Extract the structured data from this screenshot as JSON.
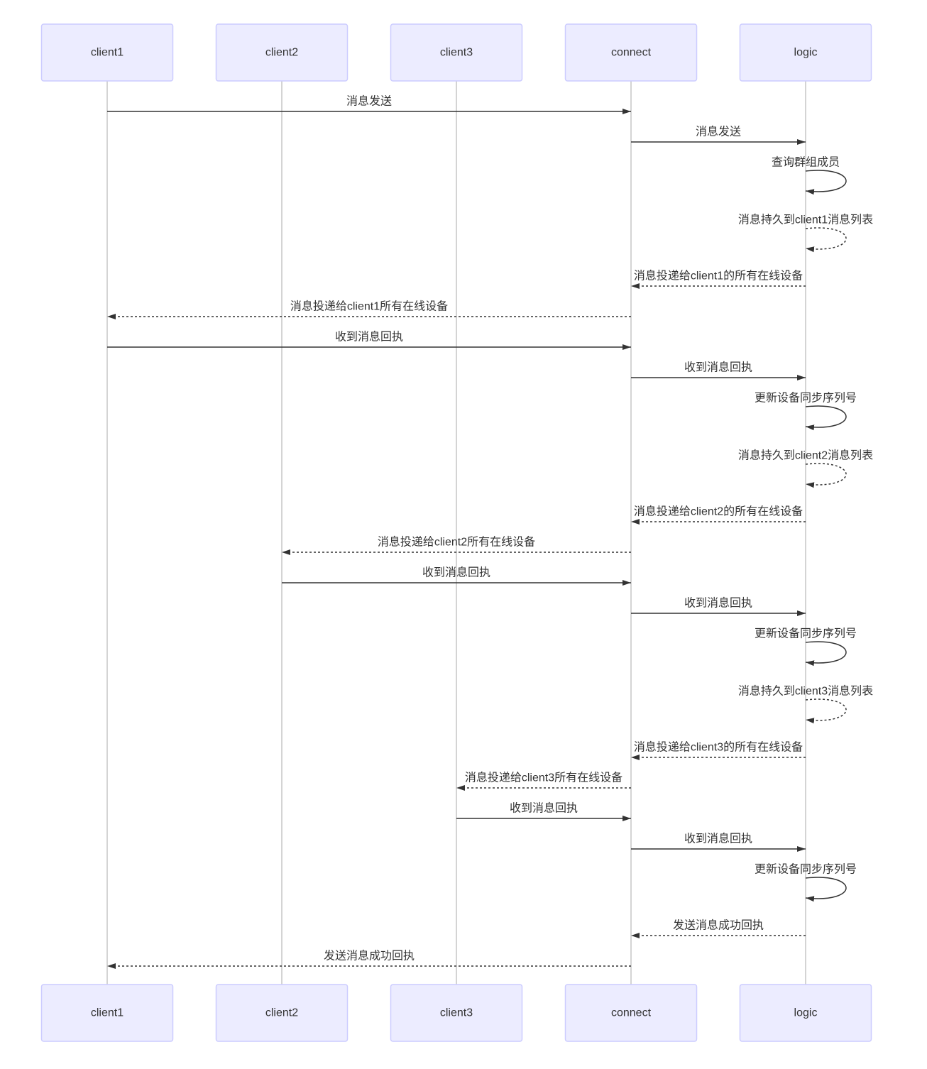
{
  "participants": [
    "client1",
    "client2",
    "client3",
    "connect",
    "logic"
  ],
  "messages": [
    {
      "from": "client1",
      "to": "connect",
      "label": "消息发送",
      "style": "solid"
    },
    {
      "from": "connect",
      "to": "logic",
      "label": "消息发送",
      "style": "solid"
    },
    {
      "from": "logic",
      "to": "logic",
      "label": "查询群组成员",
      "style": "solid"
    },
    {
      "from": "logic",
      "to": "logic",
      "label": "消息持久到client1消息列表",
      "style": "dashed"
    },
    {
      "from": "logic",
      "to": "connect",
      "label": "消息投递给client1的所有在线设备",
      "style": "dashed"
    },
    {
      "from": "connect",
      "to": "client1",
      "label": "消息投递给client1所有在线设备",
      "style": "dashed"
    },
    {
      "from": "client1",
      "to": "connect",
      "label": "收到消息回执",
      "style": "solid"
    },
    {
      "from": "connect",
      "to": "logic",
      "label": "收到消息回执",
      "style": "solid"
    },
    {
      "from": "logic",
      "to": "logic",
      "label": "更新设备同步序列号",
      "style": "solid"
    },
    {
      "from": "logic",
      "to": "logic",
      "label": "消息持久到client2消息列表",
      "style": "dashed"
    },
    {
      "from": "logic",
      "to": "connect",
      "label": "消息投递给client2的所有在线设备",
      "style": "dashed"
    },
    {
      "from": "connect",
      "to": "client2",
      "label": "消息投递给client2所有在线设备",
      "style": "dashed"
    },
    {
      "from": "client2",
      "to": "connect",
      "label": "收到消息回执",
      "style": "solid"
    },
    {
      "from": "connect",
      "to": "logic",
      "label": "收到消息回执",
      "style": "solid"
    },
    {
      "from": "logic",
      "to": "logic",
      "label": "更新设备同步序列号",
      "style": "solid"
    },
    {
      "from": "logic",
      "to": "logic",
      "label": "消息持久到client3消息列表",
      "style": "dashed"
    },
    {
      "from": "logic",
      "to": "connect",
      "label": "消息投递给client3的所有在线设备",
      "style": "dashed"
    },
    {
      "from": "connect",
      "to": "client3",
      "label": "消息投递给client3所有在线设备",
      "style": "dashed"
    },
    {
      "from": "client3",
      "to": "connect",
      "label": "收到消息回执",
      "style": "solid"
    },
    {
      "from": "connect",
      "to": "logic",
      "label": "收到消息回执",
      "style": "solid"
    },
    {
      "from": "logic",
      "to": "logic",
      "label": "更新设备同步序列号",
      "style": "solid"
    },
    {
      "from": "logic",
      "to": "connect",
      "label": "发送消息成功回执",
      "style": "dashed"
    },
    {
      "from": "connect",
      "to": "client1",
      "label": "发送消息成功回执",
      "style": "dashed"
    }
  ],
  "colors": {
    "actor_fill": "#ececff",
    "actor_stroke": "#ccccff",
    "lifeline": "#aaaaaa",
    "message_line": "#333333",
    "text": "#333333"
  }
}
